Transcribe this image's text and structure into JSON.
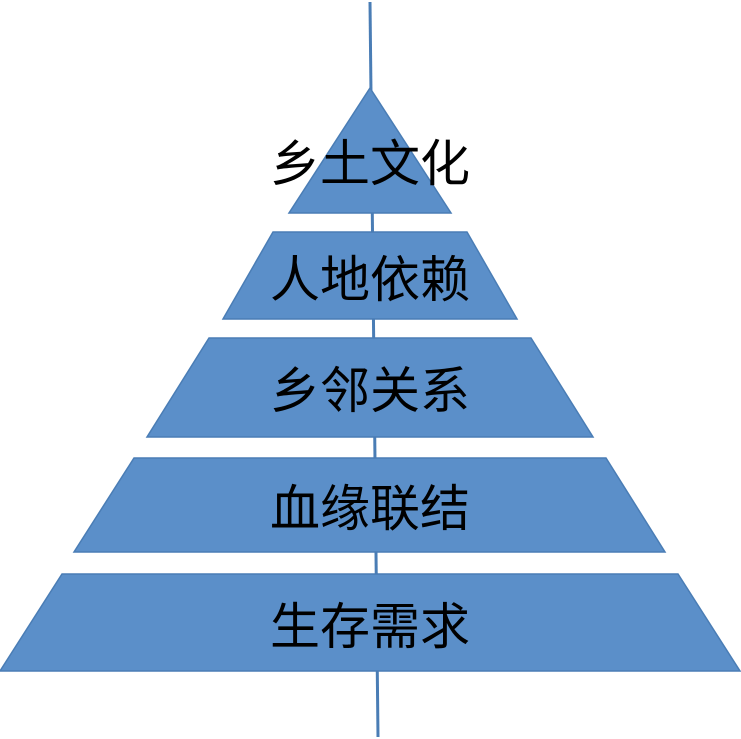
{
  "diagram": {
    "type": "pyramid",
    "levels_top_to_bottom": [
      "乡土文化",
      "人地依赖",
      "乡邻关系",
      "血缘联结",
      "生存需求"
    ]
  },
  "colors": {
    "fill": "#5b8fc9",
    "axis": "#4a7db5",
    "text": "#000000"
  }
}
